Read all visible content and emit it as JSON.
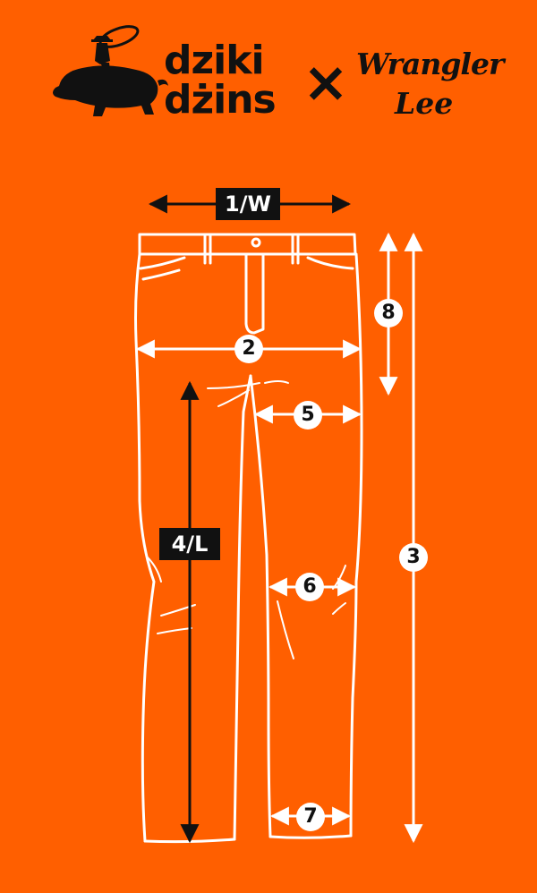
{
  "colors": {
    "background": "#ff5f00",
    "ink": "#111111",
    "outline": "#ffffff"
  },
  "header": {
    "brand_line1": "dziki",
    "brand_line2": "dżins",
    "separator": "×",
    "partner1": "Wrangler",
    "partner2": "Lee",
    "logo_icon": "cowboy-riding-boar-icon"
  },
  "measurements": {
    "waist": "1/W",
    "hip": "2",
    "length_outer": "3",
    "inseam": "4/L",
    "thigh": "5",
    "knee": "6",
    "hem": "7",
    "rise": "8"
  }
}
